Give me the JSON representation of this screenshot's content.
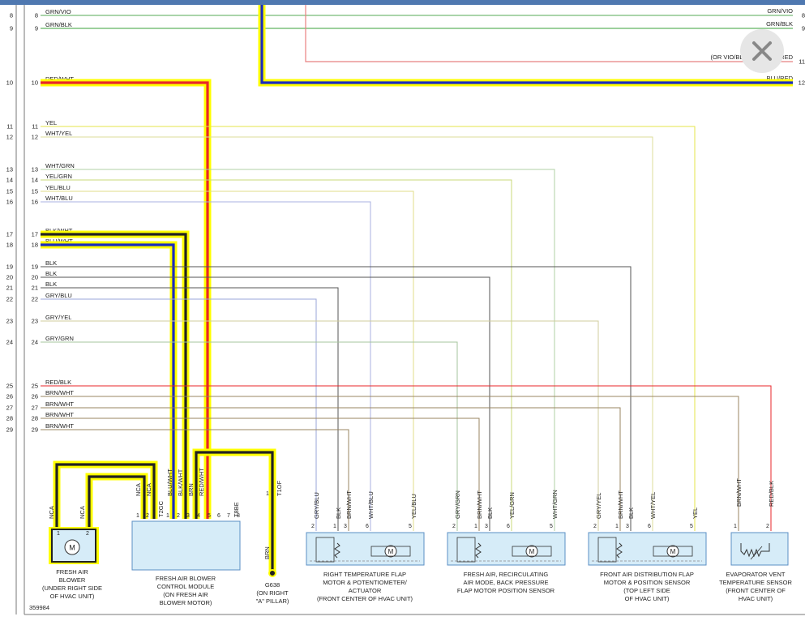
{
  "diagram_id": "359984",
  "close_icon": "close-icon",
  "colors": {
    "frame": "#777777",
    "highlight": "#ffff00",
    "red": "#e8262a",
    "blue": "#1a2bbf",
    "black": "#1a1a1a",
    "green": "#2a9a3a",
    "component_fill": "#d6ecf8",
    "component_stroke": "#5b8fc4"
  },
  "left_pins": [
    "8",
    "9",
    "10",
    "11",
    "12",
    "13",
    "14",
    "15",
    "16",
    "17",
    "18",
    "19",
    "20",
    "21",
    "22",
    "23",
    "24",
    "25",
    "26",
    "27",
    "28",
    "29"
  ],
  "right_pins": [
    "8",
    "9",
    "11",
    "12"
  ],
  "wires_left": [
    {
      "pin": "8",
      "label": "GRN/VIO",
      "color": "#55aa55"
    },
    {
      "pin": "9",
      "label": "GRN/BLK",
      "color": "#3aa03a"
    },
    {
      "pin": "10",
      "label": "RED/WHT",
      "color": "#e8262a"
    },
    {
      "pin": "11",
      "label": "YEL",
      "color": "#e6e64a"
    },
    {
      "pin": "12",
      "label": "WHT/YEL",
      "color": "#dede9a"
    },
    {
      "pin": "13",
      "label": "WHT/GRN",
      "color": "#b0d0a4"
    },
    {
      "pin": "14",
      "label": "YEL/GRN",
      "color": "#c8d878"
    },
    {
      "pin": "15",
      "label": "YEL/BLU",
      "color": "#e0dc88"
    },
    {
      "pin": "16",
      "label": "WHT/BLU",
      "color": "#a8b0e0"
    },
    {
      "pin": "17",
      "label": "BLK/WHT",
      "color": "#333333"
    },
    {
      "pin": "18",
      "label": "BLU/WHT",
      "color": "#2a3ac0"
    },
    {
      "pin": "19",
      "label": "BLK",
      "color": "#555555"
    },
    {
      "pin": "20",
      "label": "BLK",
      "color": "#555555"
    },
    {
      "pin": "21",
      "label": "BLK",
      "color": "#555555"
    },
    {
      "pin": "22",
      "label": "GRY/BLU",
      "color": "#9aa4d8"
    },
    {
      "pin": "23",
      "label": "GRY/YEL",
      "color": "#d0cc9c"
    },
    {
      "pin": "24",
      "label": "GRY/GRN",
      "color": "#a4c49c"
    },
    {
      "pin": "25",
      "label": "RED/BLK",
      "color": "#e8262a"
    },
    {
      "pin": "26",
      "label": "BRN/WHT",
      "color": "#9a8460"
    },
    {
      "pin": "27",
      "label": "BRN/WHT",
      "color": "#9a8460"
    },
    {
      "pin": "28",
      "label": "BRN/WHT",
      "color": "#9a8460"
    },
    {
      "pin": "29",
      "label": "BRN/WHT",
      "color": "#9a8460"
    }
  ],
  "wires_right": [
    {
      "pin": "8",
      "label": "GRN/VIO"
    },
    {
      "pin": "9",
      "label": "GRN/BLK"
    },
    {
      "pin": "11",
      "label": "WHT/RED"
    },
    {
      "pin": "12",
      "label": "BLU/RED"
    }
  ],
  "right_note": "(OR VIO/BLK)",
  "components": [
    {
      "id": "fresh_air_blower",
      "name": "FRESH AIR\nBLOWER\n(UNDER RIGHT SIDE\nOF HVAC UNIT)",
      "pins": [
        "1",
        "2"
      ],
      "motor": "M",
      "wires": [
        "NCA",
        "NCA"
      ]
    },
    {
      "id": "blower_module",
      "name": "FRESH AIR BLOWER\nCONTROL MODULE\n(ON FRESH AIR\nBLOWER MOTOR)",
      "connector": "T2GC",
      "connector2": "T8BE",
      "pins": [
        "1",
        "2",
        "1",
        "2",
        "3",
        "4",
        "5",
        "6",
        "7",
        "8"
      ],
      "wires": [
        "NCA",
        "NCA",
        "BLU/WHT",
        "BLK/WHT",
        "BRN",
        "RED/WHT"
      ]
    },
    {
      "id": "g638",
      "name": "G638\n(ON RIGHT\n\"A\" PILLAR)",
      "connector": "T1OF",
      "pin": "1",
      "wire": "BRN"
    },
    {
      "id": "right_temp_flap",
      "name": "RIGHT TEMPERATURE FLAP\nMOTOR & POTENTIOMETER/\nACTUATOR\n(FRONT CENTER OF HVAC UNIT)",
      "pins": [
        "2",
        "1",
        "3",
        "6",
        "5"
      ],
      "wires": [
        "GRY/BLU",
        "BLK",
        "BRN/WHT",
        "WHT/BLU",
        "YEL/BLU"
      ],
      "motor": "M"
    },
    {
      "id": "fresh_recirc_flap",
      "name": "FRESH AIR, RECIRCULATING\nAIR MODE, BACK PRESSURE\nFLAP MOTOR POSITION SENSOR",
      "pins": [
        "2",
        "1",
        "3",
        "6",
        "5"
      ],
      "wires": [
        "GRY/GRN",
        "BRN/WHT",
        "BLK",
        "YEL/GRN",
        "WHT/GRN"
      ],
      "motor": "M"
    },
    {
      "id": "front_distribution_flap",
      "name": "FRONT AIR DISTRIBUTION FLAP\nMOTOR & POSITION SENSOR\n(TOP LEFT SIDE\nOF HVAC UNIT)",
      "pins": [
        "2",
        "1",
        "3",
        "6",
        "5"
      ],
      "wires": [
        "GRY/YEL",
        "BRN/WHT",
        "BLK",
        "WHT/YEL",
        "YEL"
      ],
      "motor": "M"
    },
    {
      "id": "evaporator_sensor",
      "name": "EVAPORATOR VENT\nTEMPERATURE SENSOR\n(FRONT CENTER OF\nHVAC UNIT)",
      "pins": [
        "1",
        "2"
      ],
      "wires": [
        "BRN/WHT",
        "RED/BLK"
      ]
    }
  ]
}
